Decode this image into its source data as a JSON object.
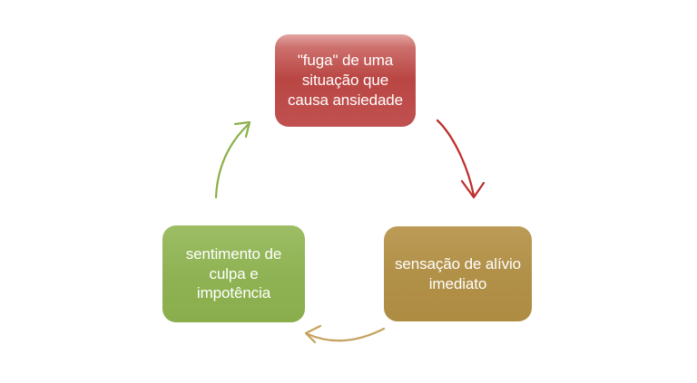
{
  "page": {
    "background": "#ffffff"
  },
  "diagram": {
    "type": "cycle",
    "nodes": [
      {
        "id": "fuga",
        "label": "\"fuga\" de uma\nsituação que\ncausa ansiedade",
        "fill": "linear-gradient(180deg, #e2a5a2 0%, #cd706d 14%, #b94643 48%, #c05150 100%)",
        "text_color": "#ffffff"
      },
      {
        "id": "alivio",
        "label": "sensação de alívio\nimediato",
        "fill": "linear-gradient(180deg, #bc9b57 0%, #b19048 50%, #ae8c42 100%)",
        "text_color": "#ffffff"
      },
      {
        "id": "culpa",
        "label": "sentimento de\nculpa e\nimpotência",
        "fill": "linear-gradient(180deg, #9dbd65 0%, #8fb354 50%, #8aae4c 100%)",
        "text_color": "#ffffff"
      }
    ],
    "arrows": [
      {
        "id": "fuga-to-alivio",
        "from": "fuga",
        "to": "alivio",
        "color": "#bd2e2b"
      },
      {
        "id": "alivio-to-culpa",
        "from": "alivio",
        "to": "culpa",
        "color": "#c5a25d"
      },
      {
        "id": "culpa-to-fuga",
        "from": "culpa",
        "to": "fuga",
        "color": "#8bb04a"
      }
    ]
  }
}
